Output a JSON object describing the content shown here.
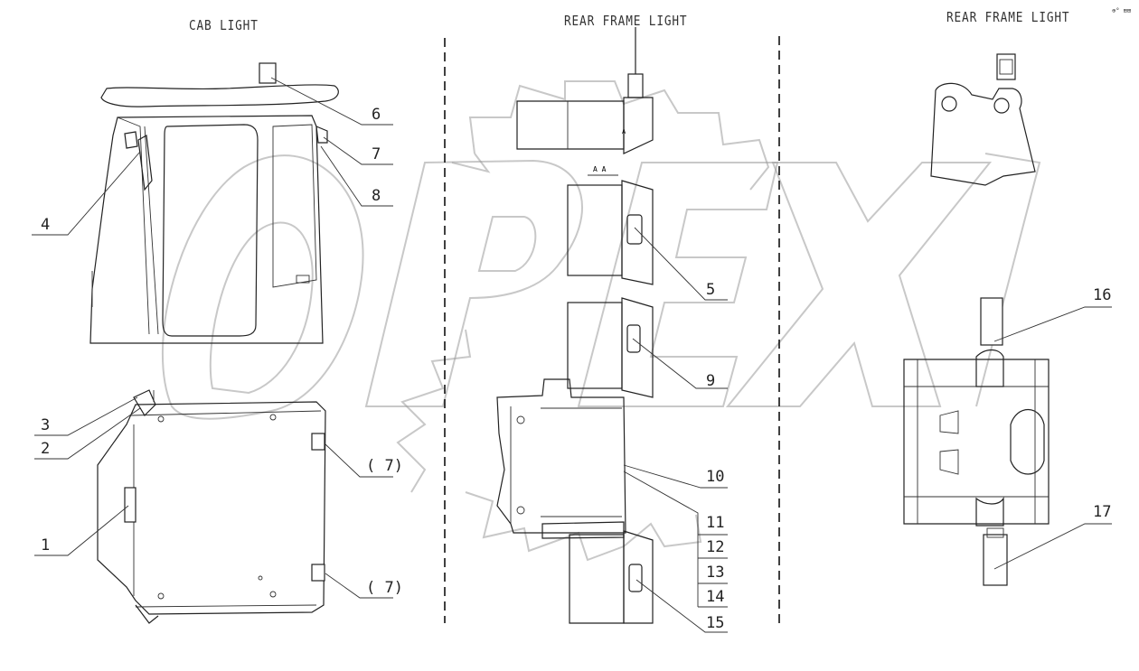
{
  "headings": {
    "cab_light": "CAB LIGHT",
    "rear_frame_light_1": "REAR FRAME LIGHT",
    "rear_frame_light_2": "REAR FRAME LIGHT"
  },
  "view_label": "A A",
  "section_marker": "A",
  "watermark": "OPEX",
  "corner_text": "⊕° ⊞⊞",
  "callouts": {
    "c1": "1",
    "c2": "2",
    "c3": "3",
    "c4": "4",
    "c5": "5",
    "c6": "6",
    "c7": "7",
    "c7a": "( 7)",
    "c7b": "( 7)",
    "c8": "8",
    "c9": "9",
    "c10": "10",
    "c11": "11",
    "c12": "12",
    "c13": "13",
    "c14": "14",
    "c15": "15",
    "c16": "16",
    "c17": "17"
  }
}
